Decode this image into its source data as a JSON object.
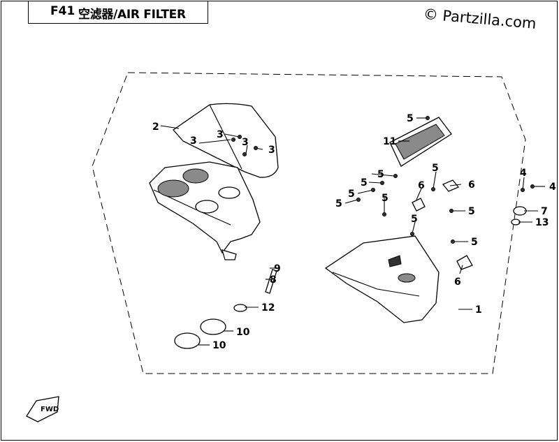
{
  "header": {
    "code": "F41",
    "title": "空滤器/AIR FILTER"
  },
  "watermark": "© Partzilla.com",
  "direction_badge": "FWD",
  "callouts": [
    {
      "id": "c2",
      "label": "2"
    },
    {
      "id": "c3a",
      "label": "3"
    },
    {
      "id": "c3b",
      "label": "3"
    },
    {
      "id": "c3c",
      "label": "3"
    },
    {
      "id": "c3d",
      "label": "3"
    },
    {
      "id": "c5a",
      "label": "5"
    },
    {
      "id": "c11",
      "label": "11"
    },
    {
      "id": "c5b",
      "label": "5"
    },
    {
      "id": "c5c",
      "label": "5"
    },
    {
      "id": "c5d",
      "label": "5"
    },
    {
      "id": "c5e",
      "label": "5"
    },
    {
      "id": "c5f",
      "label": "5"
    },
    {
      "id": "c6a",
      "label": "6"
    },
    {
      "id": "c6b",
      "label": "6"
    },
    {
      "id": "c5g",
      "label": "5"
    },
    {
      "id": "c5h",
      "label": "5"
    },
    {
      "id": "c5i",
      "label": "5"
    },
    {
      "id": "c5j",
      "label": "5"
    },
    {
      "id": "c4a",
      "label": "4"
    },
    {
      "id": "c4b",
      "label": "4"
    },
    {
      "id": "c7",
      "label": "7"
    },
    {
      "id": "c13",
      "label": "13"
    },
    {
      "id": "c6c",
      "label": "6"
    },
    {
      "id": "c1",
      "label": "1"
    },
    {
      "id": "c9",
      "label": "9"
    },
    {
      "id": "c8",
      "label": "8"
    },
    {
      "id": "c12",
      "label": "12"
    },
    {
      "id": "c10a",
      "label": "10"
    },
    {
      "id": "c10b",
      "label": "10"
    }
  ]
}
